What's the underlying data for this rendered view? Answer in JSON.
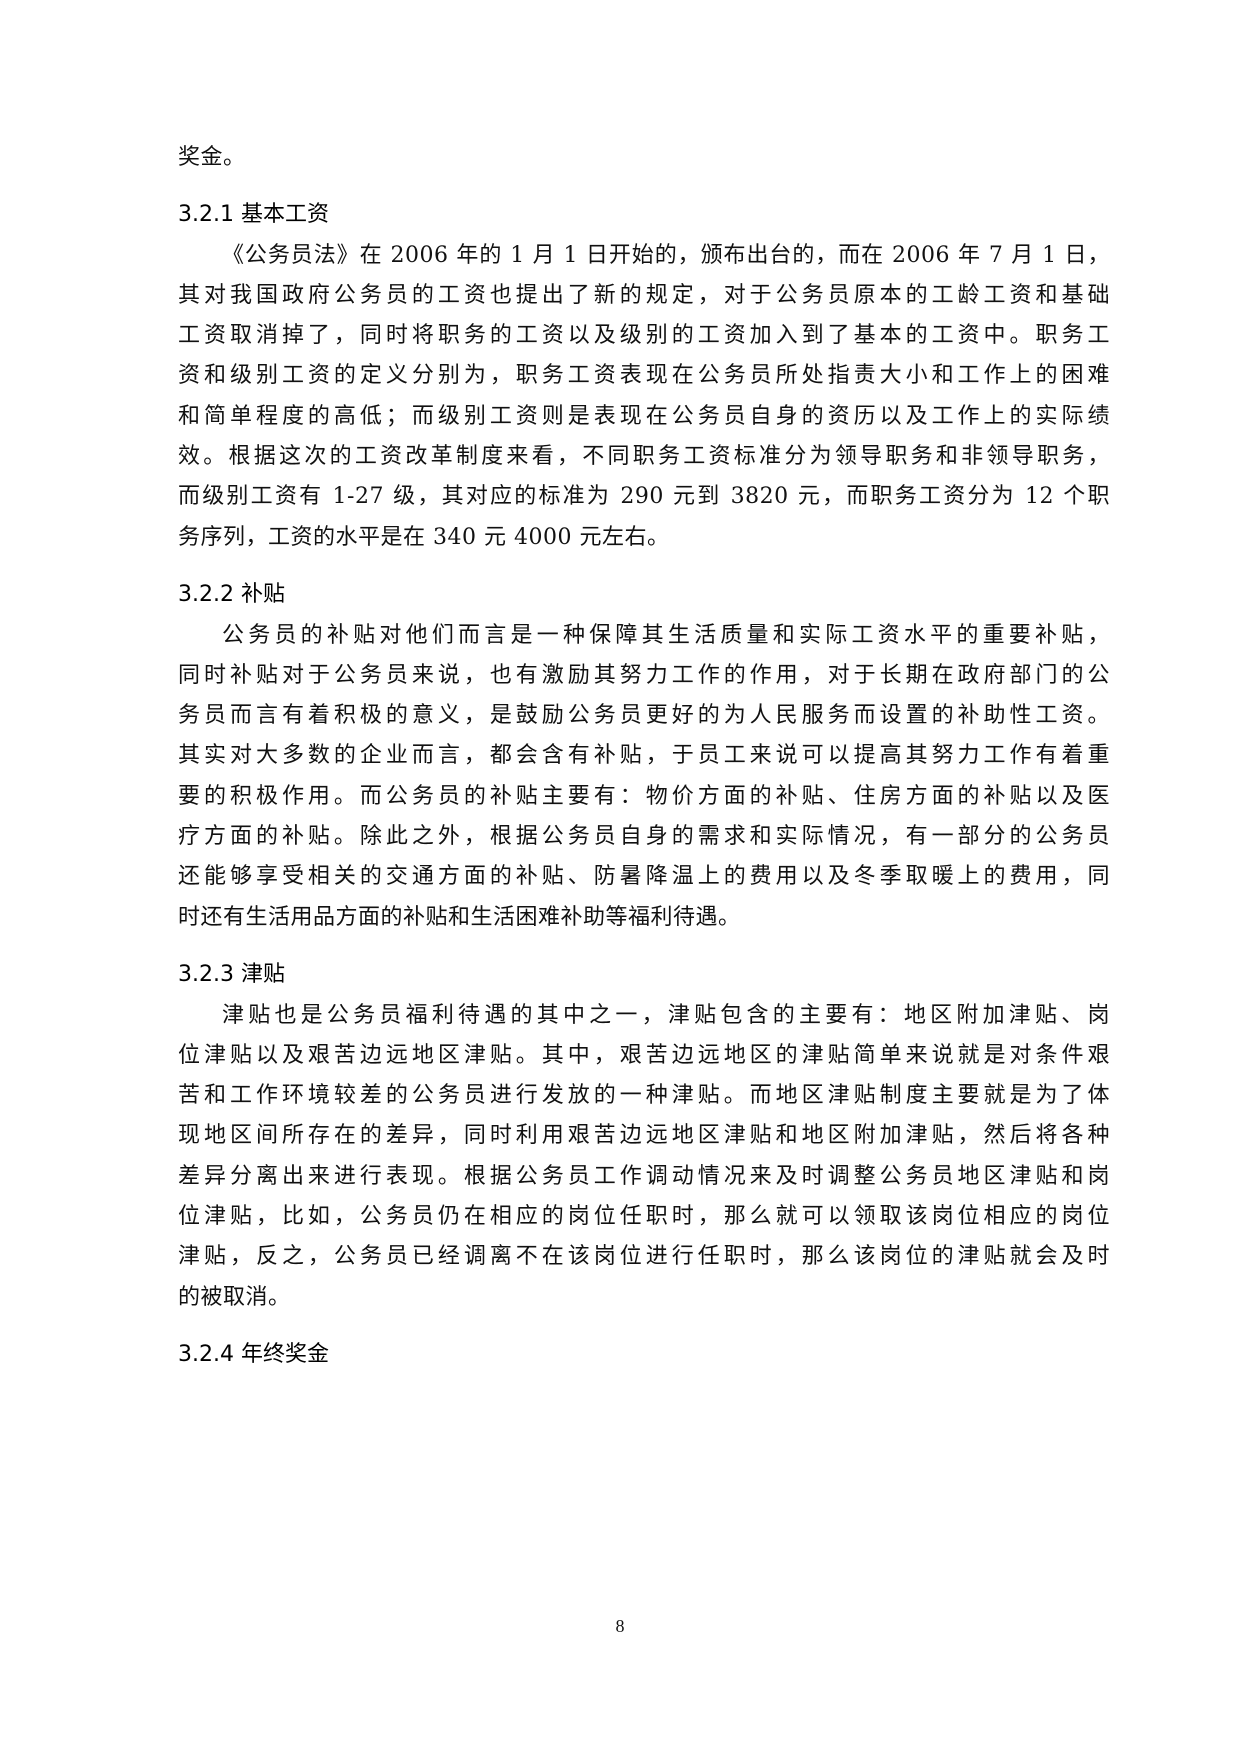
{
  "document": {
    "continuation_line": "奖金。",
    "sections": [
      {
        "heading": "3.2.1 基本工资",
        "lines": [
          "《公务员法》在 2006 年的 1 月 1 日开始的，颁布出台的，而在 2006 年 7 月 1 日，",
          "其对我国政府公务员的工资也提出了新的规定，对于公务员原本的工龄工资和基础",
          "工资取消掉了，同时将职务的工资以及级别的工资加入到了基本的工资中。职务工",
          "资和级别工资的定义分别为，职务工资表现在公务员所处指责大小和工作上的困难",
          "和简单程度的高低；而级别工资则是表现在公务员自身的资历以及工作上的实际绩",
          "效。根据这次的工资改革制度来看，不同职务工资标准分为领导职务和非领导职务，",
          "而级别工资有 1-27 级，其对应的标准为 290 元到 3820 元，而职务工资分为 12 个职",
          "务序列，工资的水平是在 340 元 4000 元左右。"
        ]
      },
      {
        "heading": "3.2.2 补贴",
        "lines": [
          "公务员的补贴对他们而言是一种保障其生活质量和实际工资水平的重要补贴，",
          "同时补贴对于公务员来说，也有激励其努力工作的作用，对于长期在政府部门的公",
          "务员而言有着积极的意义，是鼓励公务员更好的为人民服务而设置的补助性工资。",
          "其实对大多数的企业而言，都会含有补贴，于员工来说可以提高其努力工作有着重",
          "要的积极作用。而公务员的补贴主要有：物价方面的补贴、住房方面的补贴以及医",
          "疗方面的补贴。除此之外，根据公务员自身的需求和实际情况，有一部分的公务员",
          "还能够享受相关的交通方面的补贴、防暑降温上的费用以及冬季取暖上的费用，同",
          "时还有生活用品方面的补贴和生活困难补助等福利待遇。"
        ]
      },
      {
        "heading": "3.2.3 津贴",
        "lines": [
          "津贴也是公务员福利待遇的其中之一，津贴包含的主要有：地区附加津贴、岗",
          "位津贴以及艰苦边远地区津贴。其中，艰苦边远地区的津贴简单来说就是对条件艰",
          "苦和工作环境较差的公务员进行发放的一种津贴。而地区津贴制度主要就是为了体",
          "现地区间所存在的差异，同时利用艰苦边远地区津贴和地区附加津贴，然后将各种",
          "差异分离出来进行表现。根据公务员工作调动情况来及时调整公务员地区津贴和岗",
          "位津贴，比如，公务员仍在相应的岗位任职时，那么就可以领取该岗位相应的岗位",
          "津贴，反之，公务员已经调离不在该岗位进行任职时，那么该岗位的津贴就会及时",
          "的被取消。"
        ]
      },
      {
        "heading": "3.2.4 年终奖金",
        "lines": []
      }
    ],
    "page_number": "8"
  }
}
